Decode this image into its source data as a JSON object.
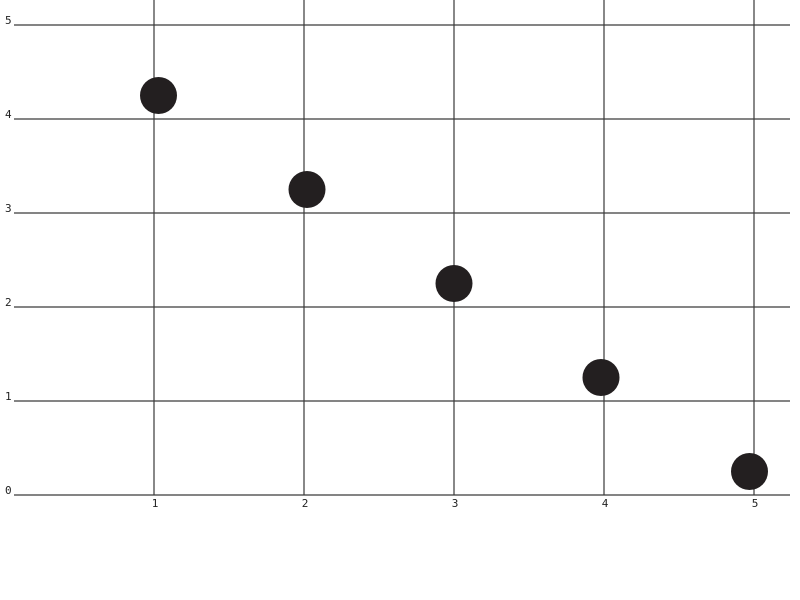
{
  "chart_data": {
    "type": "scatter",
    "title": "",
    "xlabel": "",
    "ylabel": "",
    "xlim": [
      0,
      5.2
    ],
    "ylim": [
      0,
      5.2
    ],
    "grid": true,
    "x_ticks": [
      "1",
      "2",
      "3",
      "4",
      "5"
    ],
    "y_ticks": [
      "0",
      "1",
      "2",
      "3",
      "4",
      "5"
    ],
    "series": [
      {
        "x": [
          1.03,
          2.02,
          3.0,
          3.98,
          4.97
        ],
        "y": [
          4.25,
          3.25,
          2.25,
          1.25,
          0.25
        ],
        "color": "#231f20"
      }
    ],
    "colors": {
      "grid": "#3a3a3a",
      "marker": "#231f20",
      "background": "#ffffff"
    }
  }
}
